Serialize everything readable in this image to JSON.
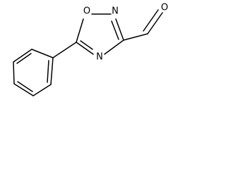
{
  "molecule": {
    "atoms": {
      "ring_oxygen": "O",
      "ring_nitrogen_top": "N",
      "ring_nitrogen_bottom": "N",
      "aldehyde_oxygen": "O"
    },
    "colors": {
      "bond": "#000000",
      "label": "#000000",
      "background": "#ffffff"
    }
  }
}
